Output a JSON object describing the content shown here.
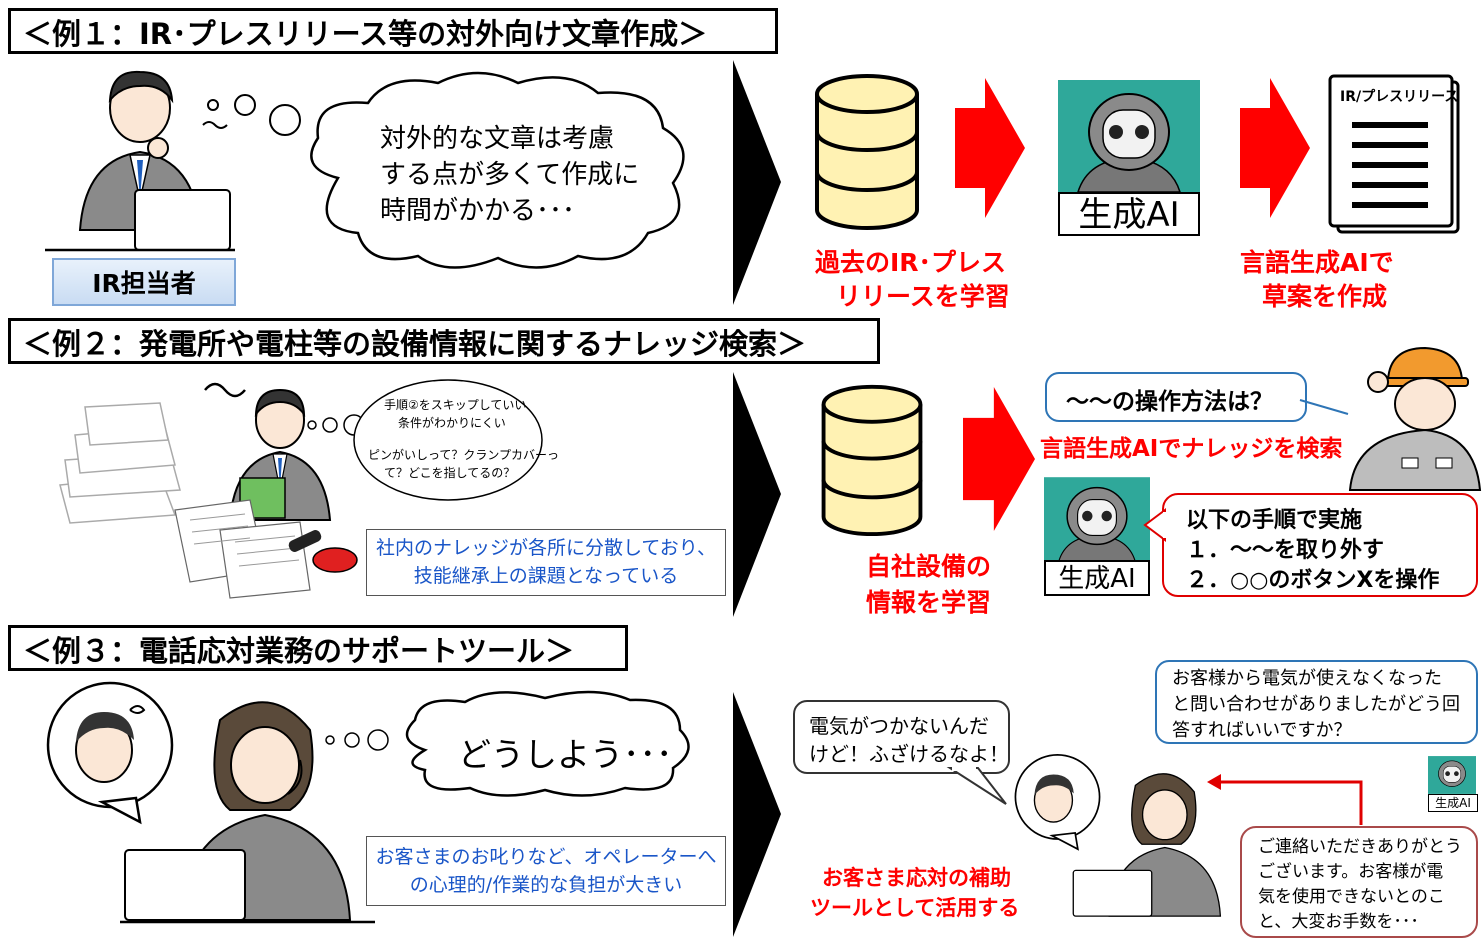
{
  "ex1": {
    "header": "＜例１：IR･プレスリリース等の対外向け文章作成＞",
    "thought": [
      "対外的な文章は考慮",
      "する点が多くて作成に",
      "時間がかかる･･･"
    ],
    "role_label": "IR担当者",
    "db_caption": [
      "過去のIR･プレス",
      "リリースを学習"
    ],
    "ai_label": "生成AI",
    "doc_title": "IR/プレスリリース",
    "result_caption": [
      "言語生成AIで",
      "草案を作成"
    ]
  },
  "ex2": {
    "header": "＜例２：発電所や電柱等の設備情報に関するナレッジ検索＞",
    "thought": [
      "手順②をスキップしていい",
      "条件がわかりにくい",
      "",
      "ピンがいしって？クランプカバーっ",
      "て？どこを指してるの？"
    ],
    "note": [
      "社内のナレッジが各所に分散しており、",
      "技能継承上の課題となっている"
    ],
    "db_caption": [
      "自社設備の",
      "情報を学習"
    ],
    "question": "～～の操作方法は？",
    "search_caption": "言語生成AIでナレッジを検索",
    "ai_label": "生成AI",
    "answer": [
      "以下の手順で実施",
      "１．～～を取り外す",
      "２．○○のボタンXを操作"
    ]
  },
  "ex3": {
    "header": "＜例３：電話応対業務のサポートツール＞",
    "thought": "どうしよう･･･",
    "note": [
      "お客さまのお叱りなど、オペレーターへ",
      "の心理的/作業的な負担が大きい"
    ],
    "customer_says": [
      "電気がつかないんだ",
      "けど！ふざけるなよ！"
    ],
    "operator_query": [
      "お客様から電気が使えなくなった",
      "と問い合わせがありましたがどう回",
      "答すればいいですか？"
    ],
    "ai_label": "生成AI",
    "ai_reply": [
      "ご連絡いただきありがとう",
      "ございます。お客様が電",
      "気を使用できないとのこ",
      "と、大変お手数を･･･"
    ],
    "caption": [
      "お客さま応対の補助",
      "ツールとして活用する"
    ]
  },
  "colors": {
    "accent_red": "#ff0000",
    "note_blue": "#1a56c8",
    "db_fill": "#fff2b3",
    "robot_bg": "#2fa89a"
  }
}
